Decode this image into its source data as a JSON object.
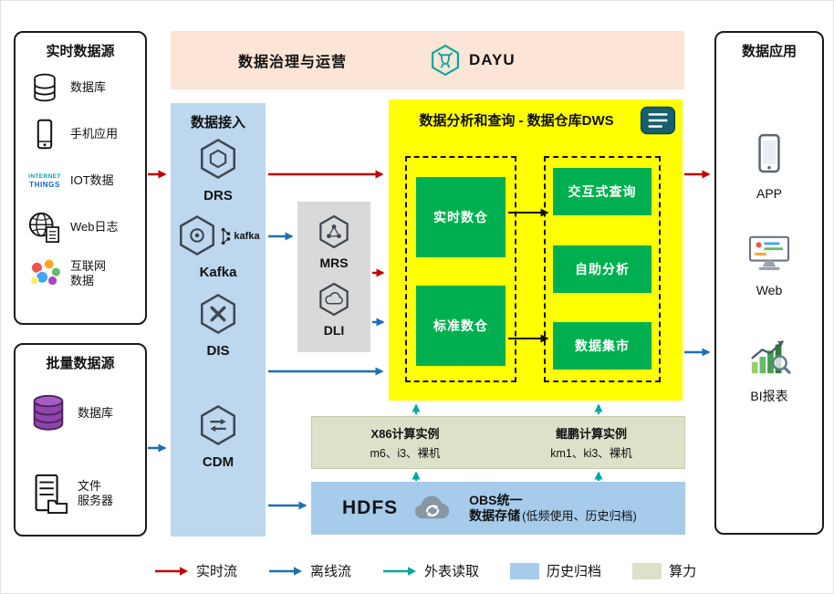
{
  "colors": {
    "realtime_flow": "#C00000",
    "offline_flow": "#1F6FB5",
    "external_table_read": "#00A99D",
    "history_archive_fill": "#A6CBEB",
    "compute_fill": "#DCE2CA",
    "governance_banner_bg": "#FCE4D6",
    "data_access_bg": "#BDD7EE",
    "middleware_bg": "#D9D9D9",
    "dws_bg": "#FFFF00",
    "warehouse_green": "#00B050"
  },
  "governance": {
    "title": "数据治理与运营",
    "product": "DAYU"
  },
  "realtime_sources": {
    "title": "实时数据源",
    "items": [
      {
        "label": "数据库"
      },
      {
        "label": "手机应用"
      },
      {
        "label": "IOT数据",
        "icon_text_1": "INTERNET",
        "icon_text_2": "THINGS"
      },
      {
        "label": "Web日志"
      },
      {
        "label": "互联网\n数据"
      }
    ]
  },
  "batch_sources": {
    "title": "批量数据源",
    "items": [
      {
        "label": "数据库"
      },
      {
        "label": "文件\n服务器"
      }
    ]
  },
  "data_access": {
    "title": "数据接入",
    "services": [
      {
        "label": "DRS"
      },
      {
        "label": "Kafka",
        "logo_text": "kafka"
      },
      {
        "label": "DIS"
      },
      {
        "label": "CDM"
      }
    ]
  },
  "middleware": {
    "services": [
      {
        "label": "MRS"
      },
      {
        "label": "DLI"
      }
    ]
  },
  "dws": {
    "title": "数据分析和查询 - 数据仓库DWS",
    "warehouses": [
      {
        "label": "实时数仓"
      },
      {
        "label": "标准数仓"
      }
    ],
    "services": [
      {
        "label": "交互式查询"
      },
      {
        "label": "自助分析"
      },
      {
        "label": "数据集市"
      }
    ]
  },
  "compute": {
    "groups": [
      {
        "title": "X86计算实例",
        "detail": "m6、i3、裸机"
      },
      {
        "title": "鲲鹏计算实例",
        "detail": "km1、ki3、裸机"
      }
    ]
  },
  "storage": {
    "hdfs": "HDFS",
    "obs_line1": "OBS统一",
    "obs_line2": "数据存储",
    "obs_note": "(低频使用、历史归档)"
  },
  "data_apps": {
    "title": "数据应用",
    "items": [
      {
        "label": "APP"
      },
      {
        "label": "Web"
      },
      {
        "label": "BI报表"
      }
    ]
  },
  "legend": {
    "realtime": "实时流",
    "offline": "离线流",
    "external": "外表读取",
    "archive": "历史归档",
    "compute": "算力"
  }
}
